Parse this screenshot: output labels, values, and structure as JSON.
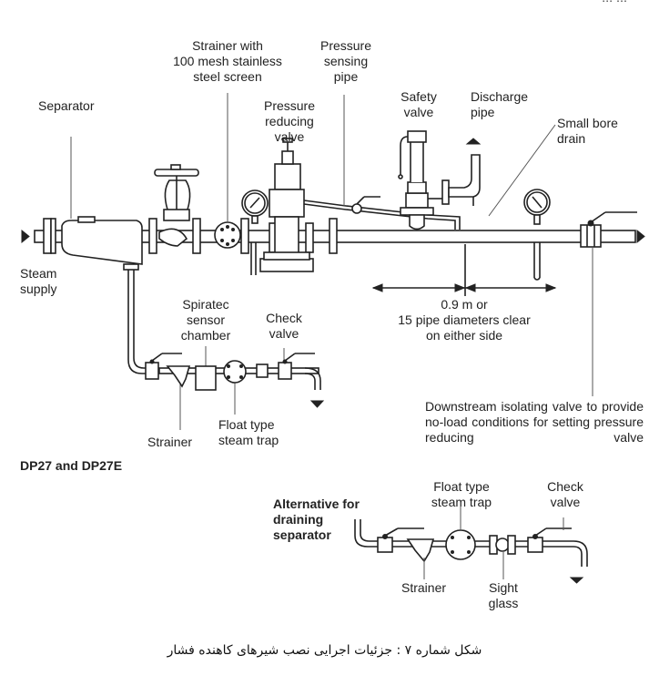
{
  "figure": {
    "top_fragment": "… …",
    "caption": "شکل شماره ۷ : جزئیات اجرایی نصب شیرهای کاهنده فشار",
    "main_diagram": {
      "labels": {
        "strainer_mesh": "Strainer with\n100 mesh stainless\nsteel screen",
        "pressure_sensing_pipe": "Pressure\nsensing\npipe",
        "separator": "Separator",
        "pressure_reducing_valve": "Pressure\nreducing\nvalve",
        "safety_valve": "Safety\nvalve",
        "discharge_pipe": "Discharge\npipe",
        "small_bore_drain": "Small bore\ndrain",
        "steam_supply": "Steam\nsupply",
        "clearance": "0.9 m or\n15 pipe diameters clear\non either side",
        "spiratec": "Spiratec\nsensor\nchamber",
        "check_valve": "Check\nvalve",
        "strainer": "Strainer",
        "float_trap": "Float type\nsteam trap",
        "downstream_valve": "Downstream isolating valve to provide no-load conditions for setting pressure reducing valve"
      },
      "model_title": "DP27 and DP27E"
    },
    "alternative_diagram": {
      "title": "Alternative for\ndraining\nseparator",
      "labels": {
        "float_trap": "Float type\nsteam trap",
        "check_valve": "Check\nvalve",
        "strainer": "Strainer",
        "sight_glass": "Sight\nglass"
      }
    }
  }
}
